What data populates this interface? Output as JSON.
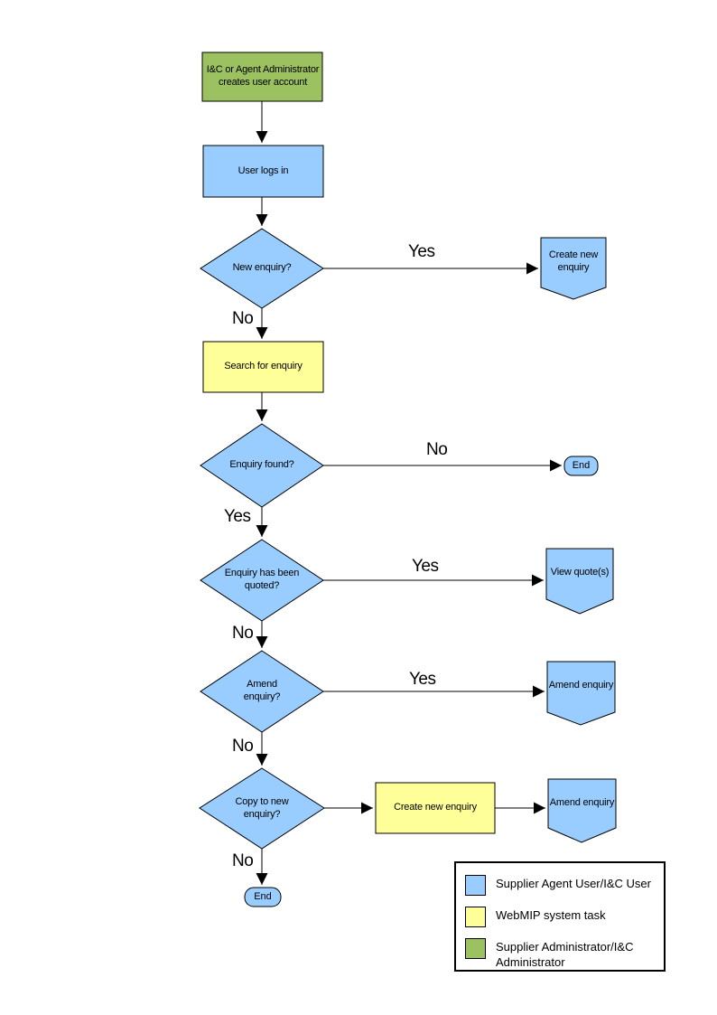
{
  "diagram": {
    "colors": {
      "user_action": "#99CCFF",
      "system_task": "#FFFF99",
      "admin_action": "#9BC161",
      "line": "#000000"
    },
    "nodes": {
      "create_account": "I&C or Agent Administrator creates user account",
      "login": "User logs in",
      "new_enquiry_q": "New enquiry?",
      "create_new_enquiry_ref": "Create new enquiry",
      "search_enquiry": "Search for enquiry",
      "enquiry_found_q": "Enquiry found?",
      "end_1": "End",
      "quoted_q": "Enquiry has been quoted?",
      "view_quotes_ref": "View quote(s)",
      "amend_q": "Amend enquiry?",
      "amend_enquiry_ref_1": "Amend enquiry",
      "copy_q": "Copy to new enquiry?",
      "create_new_enquiry_task": "Create new enquiry",
      "amend_enquiry_ref_2": "Amend enquiry",
      "end_2": "End"
    },
    "edge_labels": {
      "new_enquiry_yes": "Yes",
      "new_enquiry_no": "No",
      "found_no": "No",
      "found_yes": "Yes",
      "quoted_yes": "Yes",
      "quoted_no": "No",
      "amend_yes": "Yes",
      "amend_no": "No",
      "copy_no": "No"
    },
    "legend": {
      "items": [
        {
          "color": "#99CCFF",
          "label": "Supplier Agent User/I&C User"
        },
        {
          "color": "#FFFF99",
          "label": "WebMIP system task"
        },
        {
          "color": "#9BC161",
          "label": "Supplier Administrator/I&C Administrator"
        }
      ]
    }
  }
}
